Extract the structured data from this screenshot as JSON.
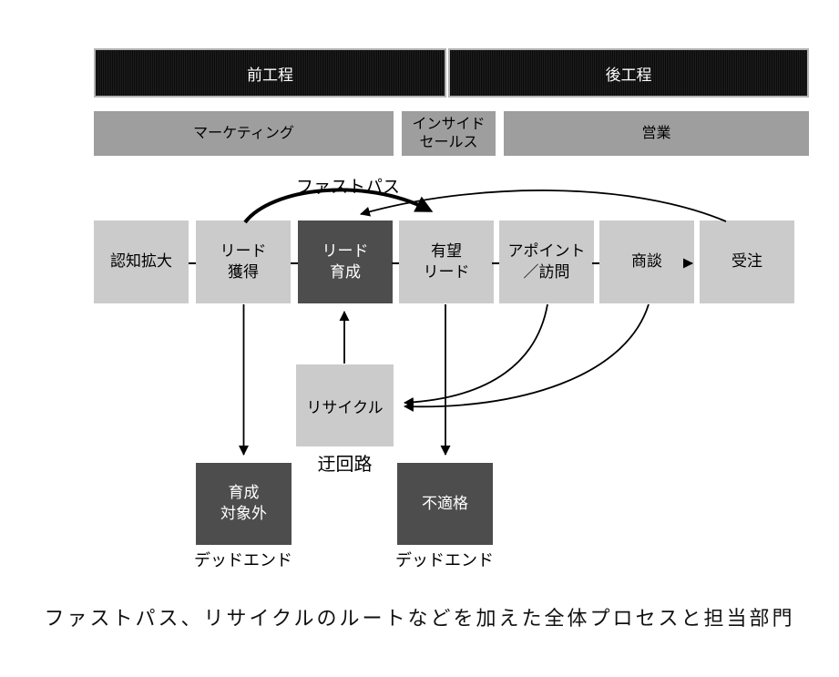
{
  "process_rows": {
    "front": "前工程",
    "back": "後工程"
  },
  "departments": {
    "marketing": "マーケティング",
    "inside_sales": "インサイド\nセールス",
    "sales": "営業"
  },
  "stages": [
    {
      "label": "認知拡大"
    },
    {
      "label": "リード\n獲得"
    },
    {
      "label": "リード\n育成"
    },
    {
      "label": "有望\nリード"
    },
    {
      "label": "アポイント\n／訪問"
    },
    {
      "label": "商談"
    },
    {
      "label": "受注"
    }
  ],
  "recycle_box": {
    "label": "リサイクル"
  },
  "dead_end_boxes": {
    "left": "育成\n対象外",
    "right": "不適格"
  },
  "annotations": {
    "fast_path": "ファストパス",
    "detour": "迂回路",
    "dead_end_left": "デッドエンド",
    "dead_end_right": "デッドエンド"
  },
  "caption": "ファストパス、リサイクルのルートなどを加えた全体プロセスと担当部門",
  "colors": {
    "header_bar": "#121212",
    "department_bar": "#9e9e9e",
    "stage_light": "#cbcbcb",
    "stage_dark": "#4d4d4d",
    "arrow": "#000000",
    "background": "#ffffff"
  }
}
